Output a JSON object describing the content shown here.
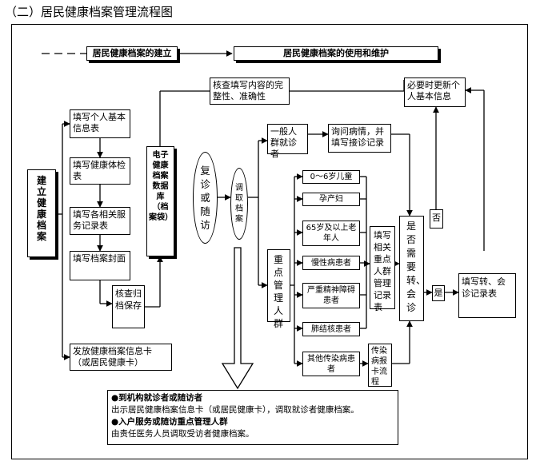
{
  "title": "（二）居民健康档案管理流程图",
  "header": {
    "establish": "居民健康档案的建立",
    "use_maintain": "居民健康档案的使用和维护"
  },
  "left": {
    "establish_box": "建立健康档案",
    "fill_basic": "填写个人基本信息表",
    "fill_exam": "填写健康体检表",
    "fill_service": "填写各相关服务记录表",
    "fill_cover": "填写档案封面",
    "check_archive": "核查归档保存",
    "issue_card": "发放健康档案信息卡（或居民健康卡）"
  },
  "database": "电子健康档案数据库（档案袋）",
  "check_content": "核查填写内容的完整性、准确性",
  "revisit": "复诊或随访",
  "retrieve": "调取档案",
  "general_patient": "一般人群就诊者",
  "inquire": "询问病情，并填写接诊记录",
  "update_info": "必要时更新个人基本信息",
  "key_mgmt": "重点管理人群",
  "groups": [
    "0～6岁儿童",
    "孕产妇",
    "65岁及以上老年人",
    "慢性病患者",
    "严重精神障碍患者",
    "肺结核患者",
    "其他传染病患者"
  ],
  "fill_key_record": "填写相关重点人群管理记录表",
  "infectious_card": "传染病报卡流程",
  "need_referral": "是否需要转、会诊",
  "no": "否",
  "yes": "是",
  "fill_referral": "填写转、会诊记录表",
  "notes": {
    "item1_title": "到机构就诊者或随访者",
    "item1_text": "出示居民健康档案信息卡（或居民健康卡），调取就诊者健康档案。",
    "item2_title": "入户服务或随访重点管理人群",
    "item2_text": "由责任医务人员调取受访者健康档案。"
  }
}
